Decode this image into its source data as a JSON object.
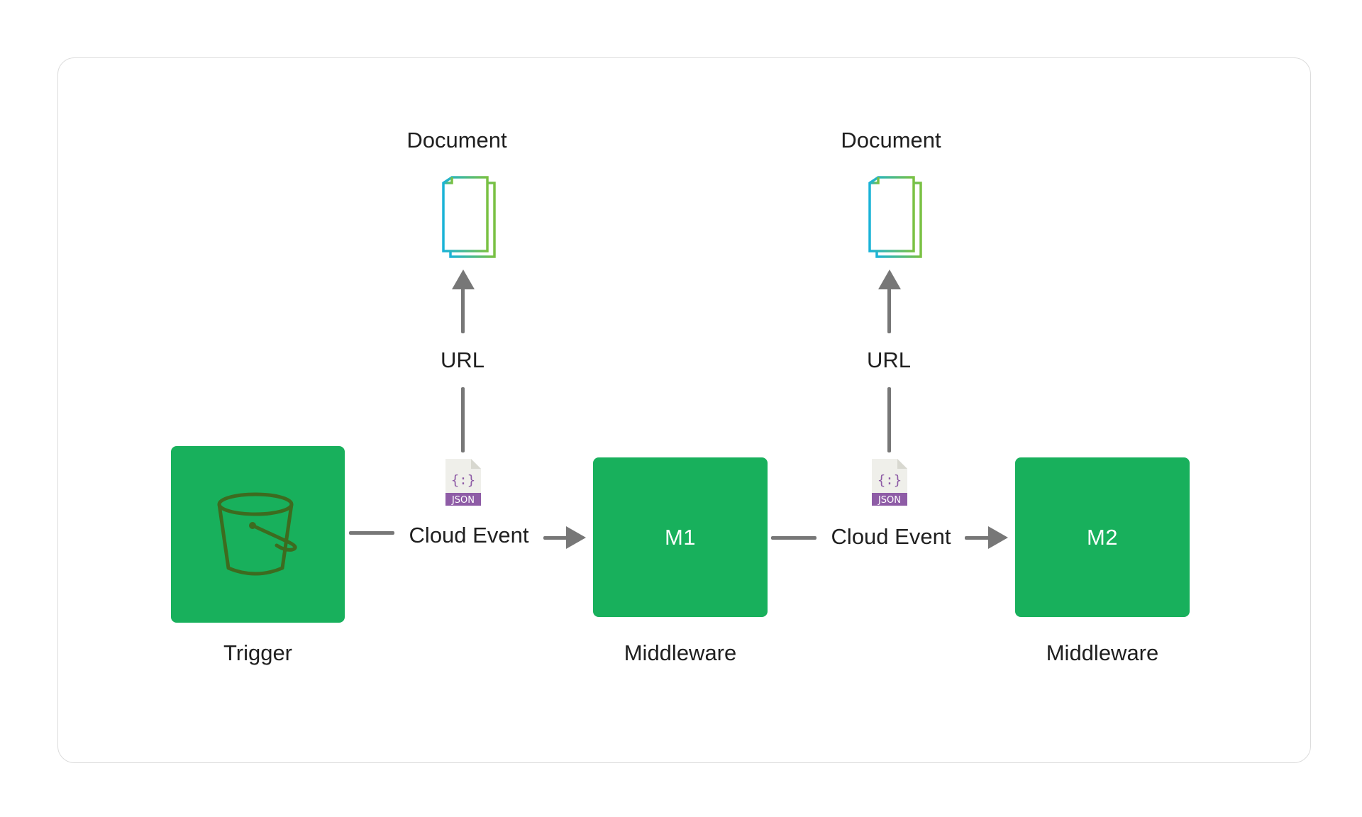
{
  "nodes": {
    "trigger": {
      "caption": "Trigger",
      "icon": "bucket-icon"
    },
    "m1": {
      "label": "M1",
      "caption": "Middleware"
    },
    "m2": {
      "label": "M2",
      "caption": "Middleware"
    }
  },
  "edges": {
    "event1": {
      "label": "Cloud Event",
      "icon": "json-file-icon",
      "badge": "JSON"
    },
    "event2": {
      "label": "Cloud Event",
      "icon": "json-file-icon",
      "badge": "JSON"
    }
  },
  "uploads": {
    "left": {
      "via": "URL",
      "target": "Document",
      "icon": "document-icon"
    },
    "right": {
      "via": "URL",
      "target": "Document",
      "icon": "document-icon"
    }
  },
  "colors": {
    "node_fill": "#18b05c",
    "connector": "#777777",
    "json_badge": "#8e5ca6",
    "doc_gradient_start": "#1ab3d8",
    "doc_gradient_end": "#7ac142"
  }
}
